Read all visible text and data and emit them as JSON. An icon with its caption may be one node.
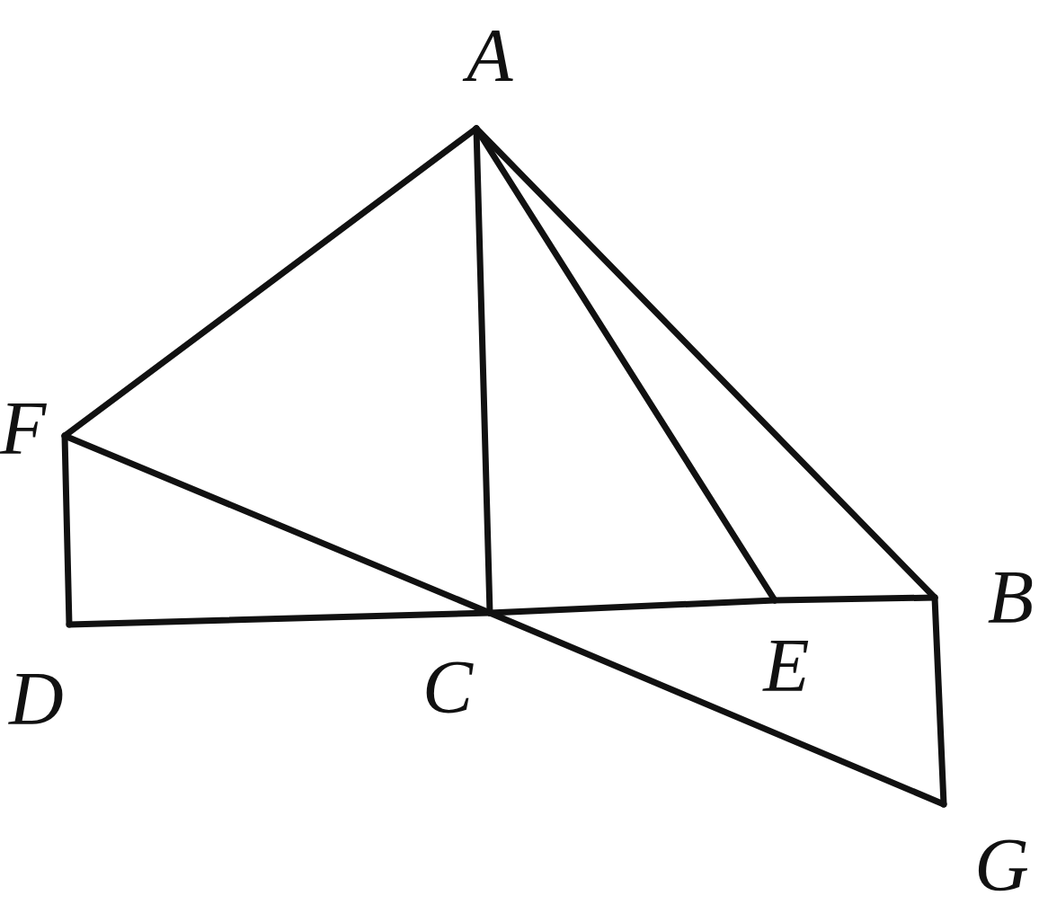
{
  "diagram": {
    "nodes": [
      {
        "text": [
          "A"
        ]
      },
      {
        "text": [
          "F"
        ]
      },
      {
        "text": [
          "D"
        ]
      },
      {
        "text": [
          "C"
        ]
      },
      {
        "text": [
          "E"
        ]
      },
      {
        "text": [
          "B"
        ]
      },
      {
        "text": [
          "G"
        ]
      }
    ],
    "edges": [
      {
        "from": 0,
        "to": 1,
        "arrow": "none"
      },
      {
        "from": 0,
        "to": 3,
        "arrow": "none"
      },
      {
        "from": 0,
        "to": 4,
        "arrow": "none"
      },
      {
        "from": 0,
        "to": 5,
        "arrow": "none"
      },
      {
        "from": 1,
        "to": 2,
        "arrow": "none"
      },
      {
        "from": 2,
        "to": 3,
        "arrow": "none"
      },
      {
        "from": 3,
        "to": 4,
        "arrow": "none"
      },
      {
        "from": 4,
        "to": 5,
        "arrow": "none"
      },
      {
        "from": 1,
        "to": 3,
        "arrow": "none"
      },
      {
        "from": 3,
        "to": 6,
        "arrow": "none"
      },
      {
        "from": 5,
        "to": 6,
        "arrow": "none"
      }
    ]
  }
}
